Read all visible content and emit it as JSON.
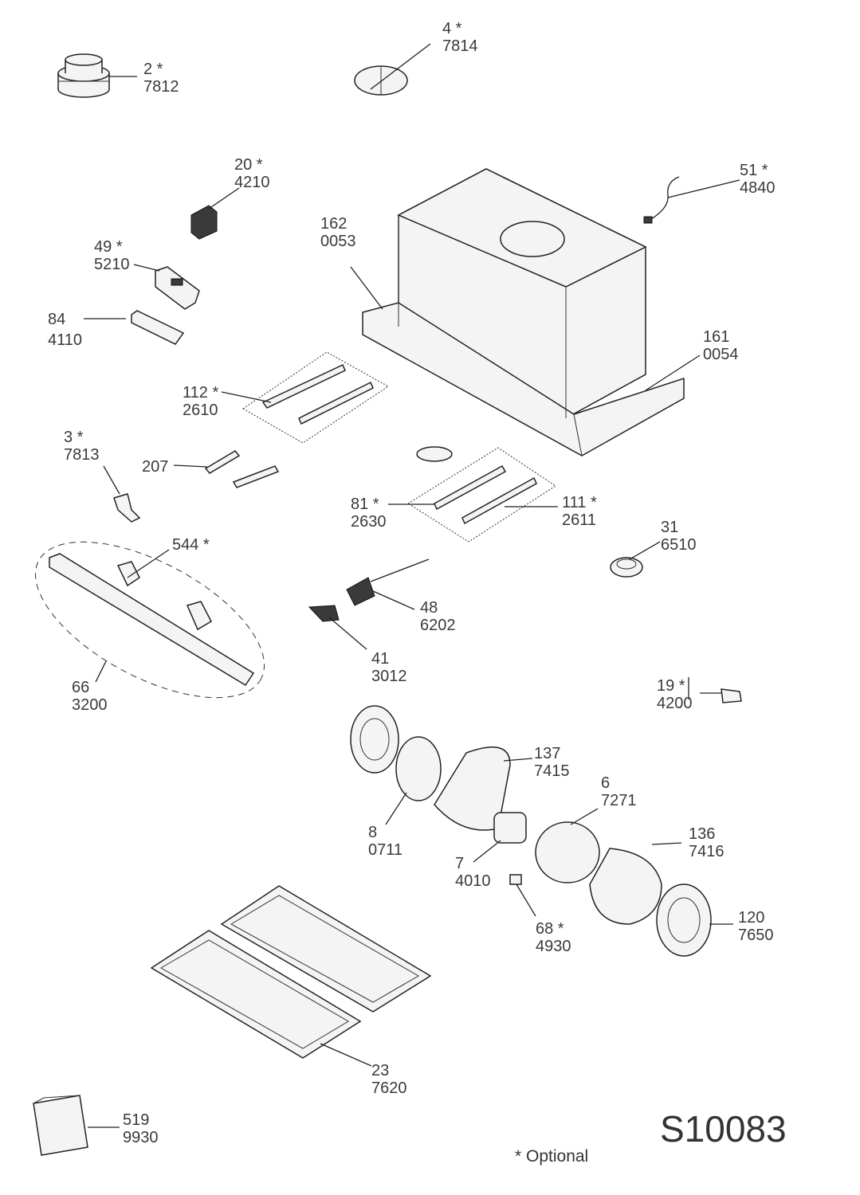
{
  "parts": [
    {
      "key": "p2",
      "pos": "2 *",
      "code": "7812"
    },
    {
      "key": "p4",
      "pos": "4  *",
      "code": "7814"
    },
    {
      "key": "p20",
      "pos": "20 *",
      "code": "4210"
    },
    {
      "key": "p51",
      "pos": "51 *",
      "code": "4840"
    },
    {
      "key": "p162",
      "pos": "162",
      "code": "0053"
    },
    {
      "key": "p49",
      "pos": "49 *",
      "code": "5210"
    },
    {
      "key": "p84",
      "pos": "84",
      "code": "4110"
    },
    {
      "key": "p161",
      "pos": "161",
      "code": "0054"
    },
    {
      "key": "p112",
      "pos": "112 *",
      "code": "2610"
    },
    {
      "key": "p3",
      "pos": "3 *",
      "code": "7813"
    },
    {
      "key": "p207",
      "pos": "207",
      "code": ""
    },
    {
      "key": "p81",
      "pos": "81 *",
      "code": "2630"
    },
    {
      "key": "p111",
      "pos": "111 *",
      "code": "2611"
    },
    {
      "key": "p31",
      "pos": "31",
      "code": "6510"
    },
    {
      "key": "p544",
      "pos": "544 *",
      "code": ""
    },
    {
      "key": "p48",
      "pos": "48",
      "code": "6202"
    },
    {
      "key": "p41",
      "pos": "41",
      "code": "3012"
    },
    {
      "key": "p66",
      "pos": "66",
      "code": "3200"
    },
    {
      "key": "p19",
      "pos": "19 *",
      "code": "4200"
    },
    {
      "key": "p137",
      "pos": "137",
      "code": "7415"
    },
    {
      "key": "p6",
      "pos": "6",
      "code": "7271"
    },
    {
      "key": "p8",
      "pos": "8",
      "code": "0711"
    },
    {
      "key": "p136",
      "pos": "136",
      "code": "7416"
    },
    {
      "key": "p7",
      "pos": "7",
      "code": "4010"
    },
    {
      "key": "p68",
      "pos": "68 *",
      "code": "4930"
    },
    {
      "key": "p120",
      "pos": "120",
      "code": "7650"
    },
    {
      "key": "p23",
      "pos": "23",
      "code": "7620"
    },
    {
      "key": "p519",
      "pos": "519",
      "code": "9930"
    }
  ],
  "drawing_id": "S10083",
  "optional_note": "* Optional"
}
